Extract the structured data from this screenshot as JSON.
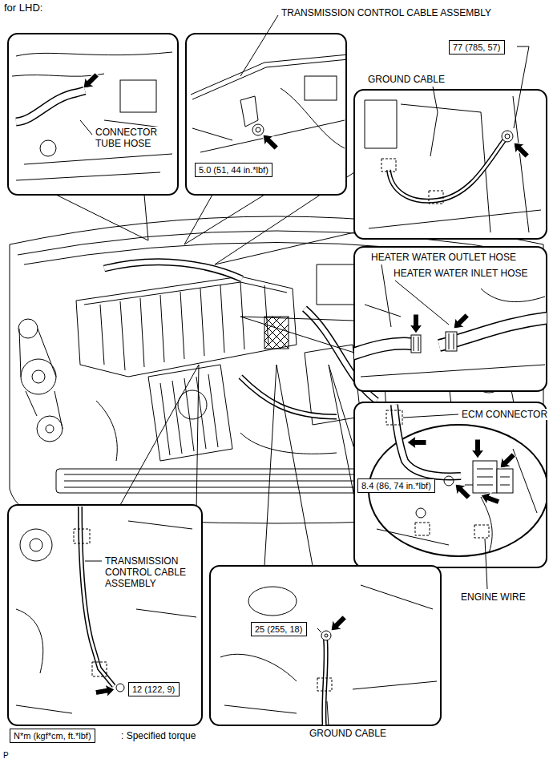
{
  "diagram": {
    "nodes": [
      {
        "text": [
          "77 (785, 57)"
        ]
      },
      {
        "text": [
          "5.0 (51, 44 in.*lbf)"
        ]
      },
      {
        "text": [
          "8.4 (86, 74 in.*lbf)"
        ]
      },
      {
        "text": [
          "25 (255, 18)"
        ]
      },
      {
        "text": [
          "12 (122, 9)"
        ]
      },
      {
        "text": [
          "N*m (kgf*cm, ft.*lbf)"
        ]
      }
    ],
    "labels": [
      "for LHD:",
      "TRANSMISSION CONTROL CABLE ASSEMBLY",
      "GROUND CABLE",
      "CONNECTOR TUBE HOSE",
      "HEATER WATER OUTLET HOSE",
      "HEATER WATER INLET HOSE",
      "ECM CONNECTOR",
      "TRANSMISSION CONTROL CABLE ASSEMBLY",
      "ENGINE WIRE",
      "GROUND CABLE",
      ": Specified torque",
      "P"
    ]
  }
}
